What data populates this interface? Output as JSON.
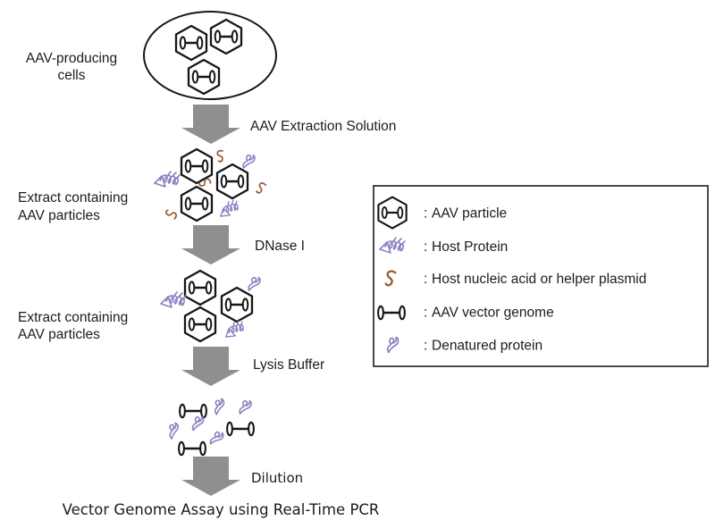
{
  "title": "Vector Genome Assay using Real-Time PCR",
  "labels": {
    "aav_producing_cells": {
      "line1": "AAV-producing",
      "line2": "cells"
    },
    "extract_1": {
      "line1": "Extract containing",
      "line2": "AAV particles"
    },
    "extract_2": {
      "line1": "Extract containing",
      "line2": "AAV particles"
    }
  },
  "steps": {
    "step1": "AAV Extraction Solution",
    "step2": "DNase I",
    "step3": "Lysis Buffer",
    "step4": "Dilution"
  },
  "legend": {
    "colon": ":",
    "items": [
      {
        "icon": "aav-particle-icon",
        "label": "AAV particle"
      },
      {
        "icon": "host-protein-icon",
        "label": "Host Protein"
      },
      {
        "icon": "host-nucleic-acid-icon",
        "label": "Host nucleic acid or helper plasmid"
      },
      {
        "icon": "aav-vector-genome-icon",
        "label": "AAV vector genome"
      },
      {
        "icon": "denatured-protein-icon",
        "label": "Denatured protein"
      }
    ]
  },
  "colors": {
    "arrow_gray": "#8f8f8f",
    "protein_purple": "#8c7fc0",
    "nucleic_brown": "#9a5b30",
    "ink_black": "#161616"
  }
}
